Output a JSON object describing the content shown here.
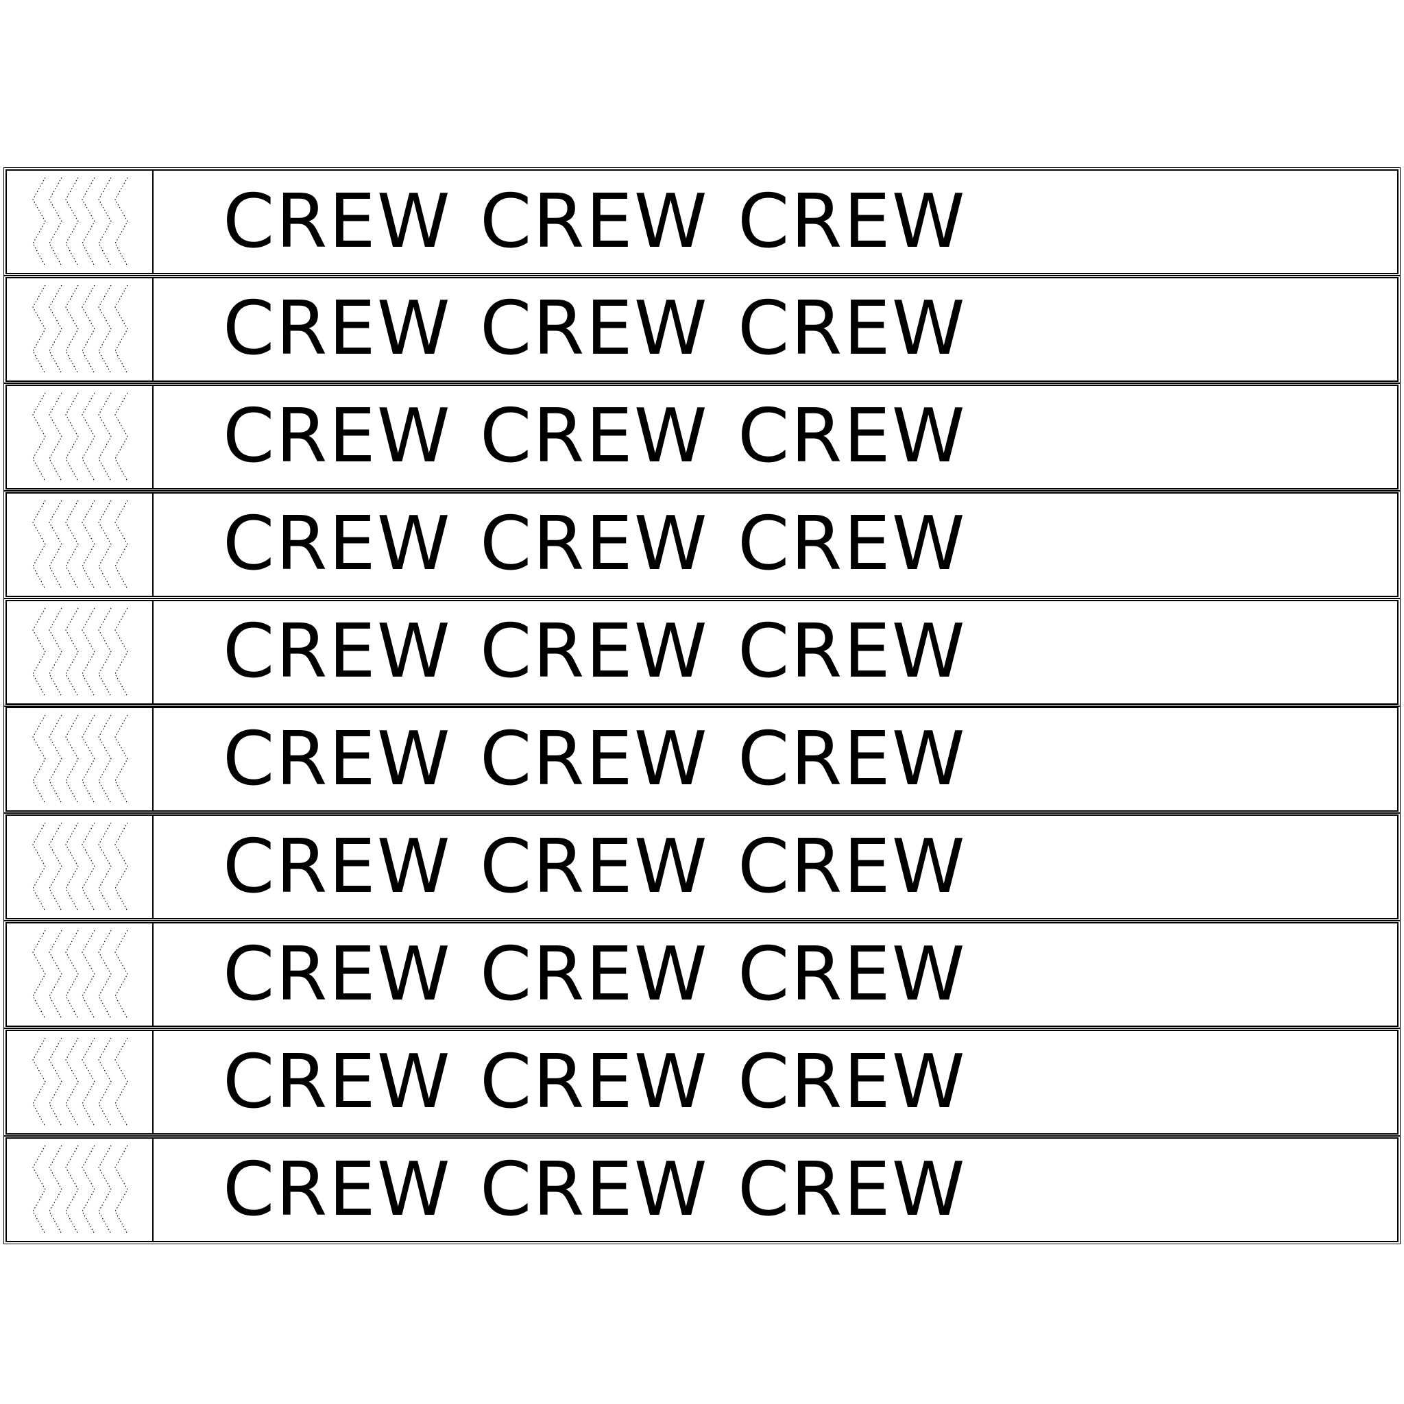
{
  "sheet": {
    "band_color": "#ffffff",
    "ink_color": "#000000",
    "tab_pattern_icon": "perforated-chevron-tab-icon",
    "bands": [
      {
        "texts": [
          "CREW",
          "CREW",
          "CREW"
        ]
      },
      {
        "texts": [
          "CREW",
          "CREW",
          "CREW"
        ]
      },
      {
        "texts": [
          "CREW",
          "CREW",
          "CREW"
        ]
      },
      {
        "texts": [
          "CREW",
          "CREW",
          "CREW"
        ]
      },
      {
        "texts": [
          "CREW",
          "CREW",
          "CREW"
        ]
      },
      {
        "texts": [
          "CREW",
          "CREW",
          "CREW"
        ]
      },
      {
        "texts": [
          "CREW",
          "CREW",
          "CREW"
        ]
      },
      {
        "texts": [
          "CREW",
          "CREW",
          "CREW"
        ]
      },
      {
        "texts": [
          "CREW",
          "CREW",
          "CREW"
        ]
      },
      {
        "texts": [
          "CREW",
          "CREW",
          "CREW"
        ]
      }
    ]
  }
}
